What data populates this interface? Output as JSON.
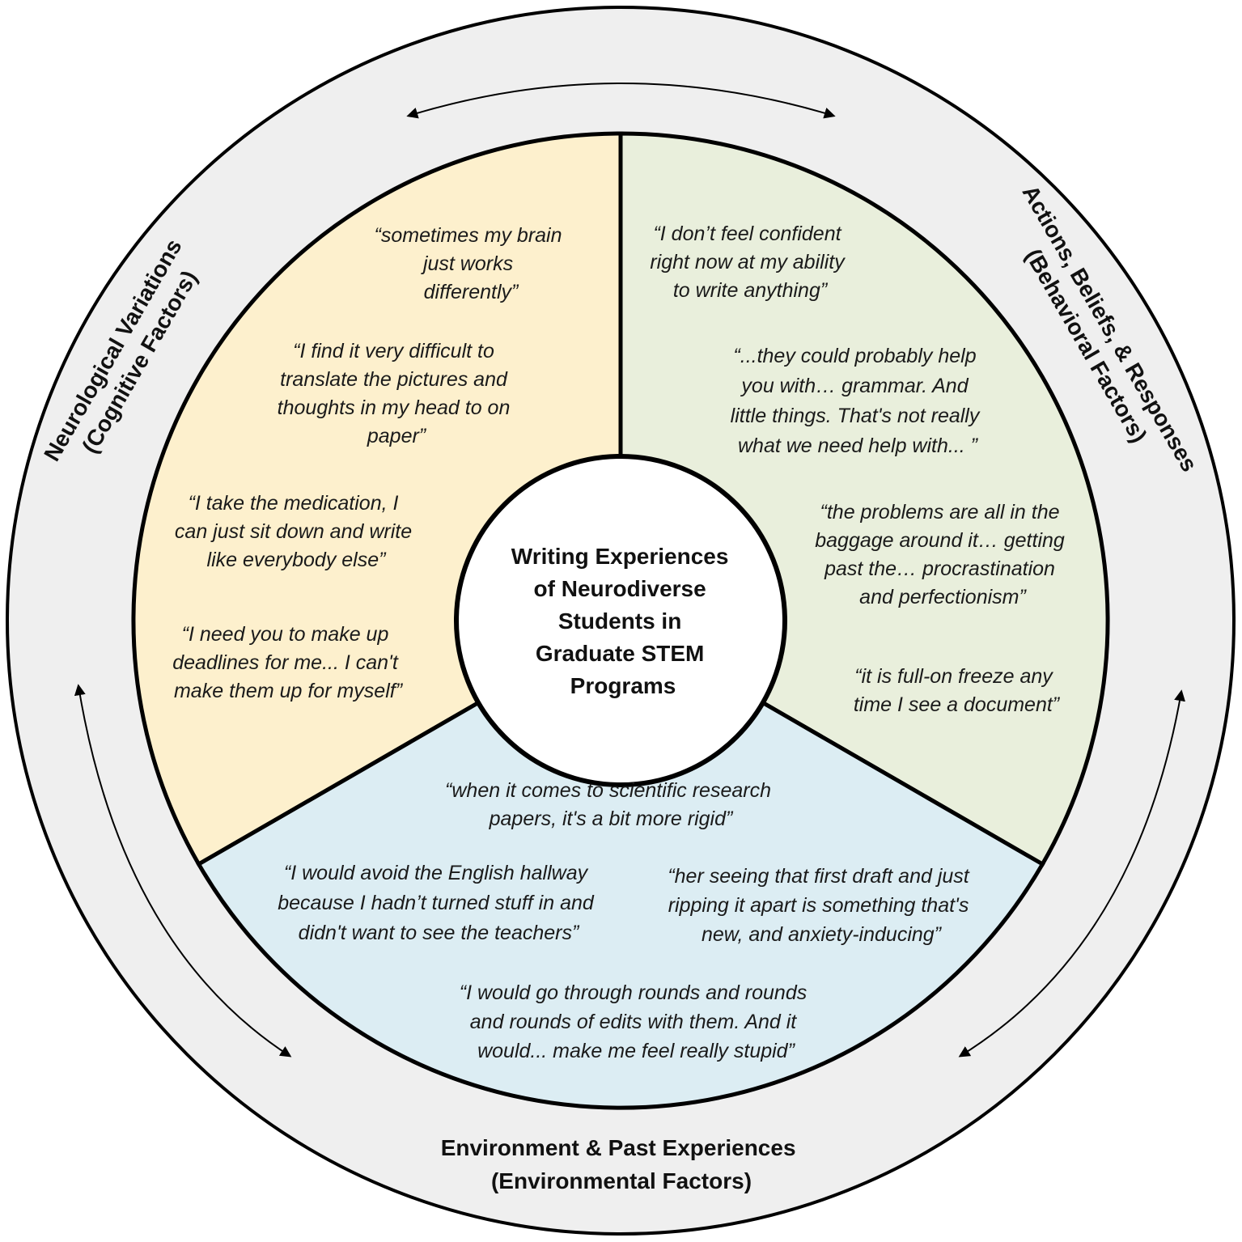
{
  "colors": {
    "outer_ring": "#efefef",
    "cognitive": "#fdf0cd",
    "behavioral": "#e9efdc",
    "environmental": "#dcedf3",
    "center": "#ffffff",
    "stroke": "#000000"
  },
  "center": {
    "lines": [
      "Writing Experiences",
      "of Neurodiverse",
      "Students in",
      "Graduate STEM",
      "Programs"
    ]
  },
  "ring_labels": {
    "cognitive": [
      "Neurological Variations",
      "(Cognitive Factors)"
    ],
    "behavioral": [
      "Actions, Beliefs, & Responses",
      "(Behavioral Factors)"
    ],
    "environmental": [
      "Environment & Past Experiences",
      "(Environmental Factors)"
    ]
  },
  "quotes": {
    "cognitive": [
      [
        "“sometimes my brain",
        "just works",
        "differently”"
      ],
      [
        "“I find it very difficult to",
        "translate the pictures and",
        "thoughts in my head to on",
        "paper”"
      ],
      [
        "“I take the medication, I",
        "can just sit down and write",
        "like everybody else”"
      ],
      [
        "“I need you to make up",
        "deadlines for me...  I can't",
        "make them up for myself”"
      ]
    ],
    "behavioral": [
      [
        "“I don’t feel confident",
        "right now at my ability",
        "to write anything”"
      ],
      [
        "“...they could probably help",
        "you with… grammar. And",
        "little things. That's not really",
        "what we need help with... ”"
      ],
      [
        "“the problems are all in the",
        "baggage around it… getting",
        "past the… procrastination",
        "and perfectionism”"
      ],
      [
        "“it is full-on freeze any",
        "time I see a document”"
      ]
    ],
    "environmental": [
      [
        "“when it comes to scientific research",
        "papers, it's a bit more rigid”"
      ],
      [
        "“I would avoid the English hallway",
        "because I hadn’t turned stuff in and",
        "didn't want to see the teachers”"
      ],
      [
        "“her seeing that first draft and just",
        "ripping it apart is something that's",
        "new, and anxiety-inducing”"
      ],
      [
        "“I would go through rounds and rounds",
        "and rounds of edits with them. And it",
        "would...  make me feel really stupid”"
      ]
    ]
  },
  "arrows": [
    "top-bidirectional-arrow",
    "left-bidirectional-arrow",
    "right-bidirectional-arrow"
  ]
}
